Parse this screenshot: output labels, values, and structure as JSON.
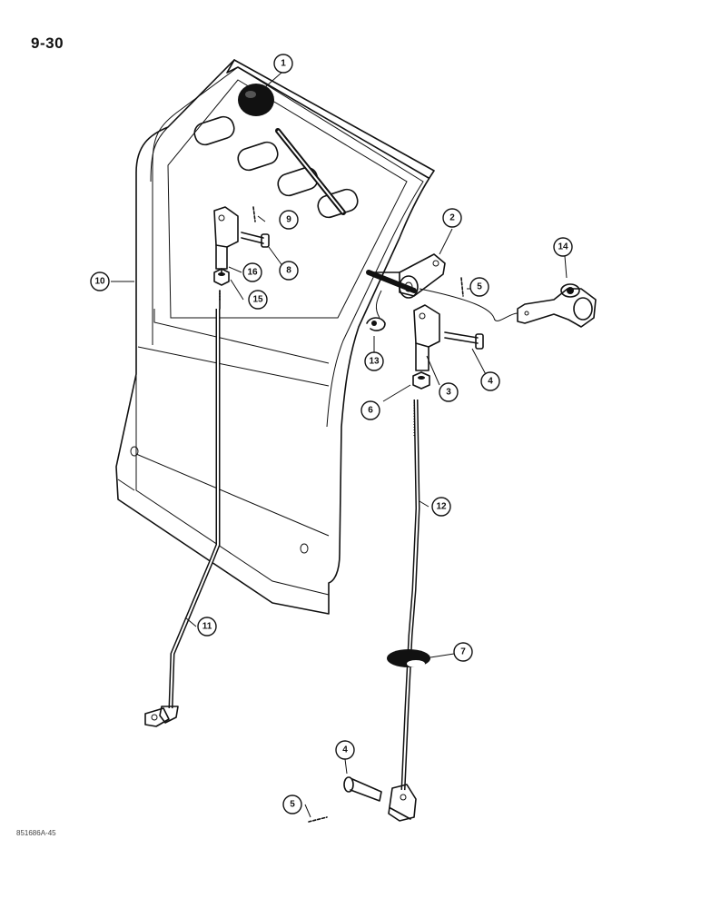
{
  "page": {
    "page_number": "9-30",
    "figure_code": "851686A-45"
  },
  "callouts": [
    {
      "id": "1",
      "label": "1"
    },
    {
      "id": "2",
      "label": "2"
    },
    {
      "id": "3",
      "label": "3"
    },
    {
      "id": "4a",
      "label": "4"
    },
    {
      "id": "5a",
      "label": "5"
    },
    {
      "id": "6",
      "label": "6"
    },
    {
      "id": "7",
      "label": "7"
    },
    {
      "id": "8",
      "label": "8"
    },
    {
      "id": "9",
      "label": "9"
    },
    {
      "id": "10",
      "label": "10"
    },
    {
      "id": "11",
      "label": "11"
    },
    {
      "id": "12",
      "label": "12"
    },
    {
      "id": "13",
      "label": "13"
    },
    {
      "id": "14",
      "label": "14"
    },
    {
      "id": "15",
      "label": "15"
    },
    {
      "id": "16",
      "label": "16"
    },
    {
      "id": "4b",
      "label": "4"
    },
    {
      "id": "5b",
      "label": "5"
    }
  ]
}
